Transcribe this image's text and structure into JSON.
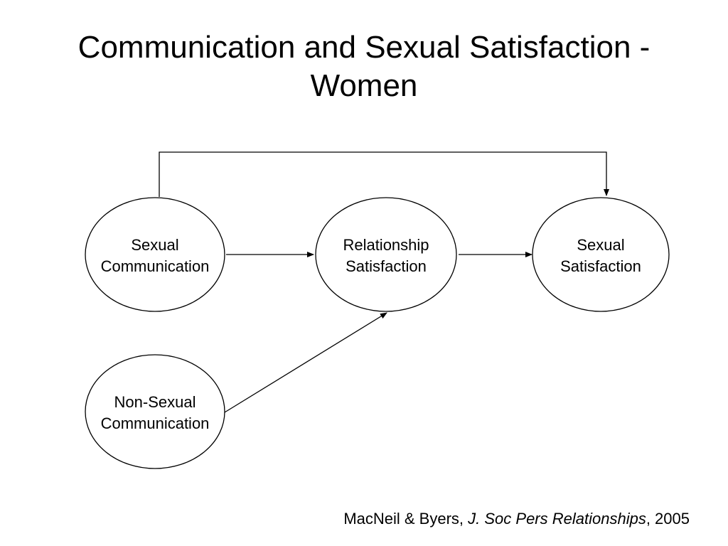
{
  "title": {
    "line1": "Communication and Sexual Satisfaction -",
    "line2": "Women"
  },
  "nodes": {
    "sexual_communication": {
      "line1": "Sexual",
      "line2": "Communication"
    },
    "relationship_satisfaction": {
      "line1": "Relationship",
      "line2": "Satisfaction"
    },
    "sexual_satisfaction": {
      "line1": "Sexual",
      "line2": "Satisfaction"
    },
    "non_sexual_communication": {
      "line1": "Non-Sexual",
      "line2": "Communication"
    }
  },
  "edges": [
    {
      "from": "Sexual Communication",
      "to": "Relationship Satisfaction"
    },
    {
      "from": "Relationship Satisfaction",
      "to": "Sexual Satisfaction"
    },
    {
      "from": "Sexual Communication",
      "to": "Sexual Satisfaction"
    },
    {
      "from": "Non-Sexual Communication",
      "to": "Relationship Satisfaction"
    }
  ],
  "citation": {
    "authors": "MacNeil & Byers, ",
    "journal": "J. Soc Pers Relationships",
    "year": ", 2005"
  },
  "colors": {
    "stroke": "#000000",
    "background": "#ffffff"
  }
}
